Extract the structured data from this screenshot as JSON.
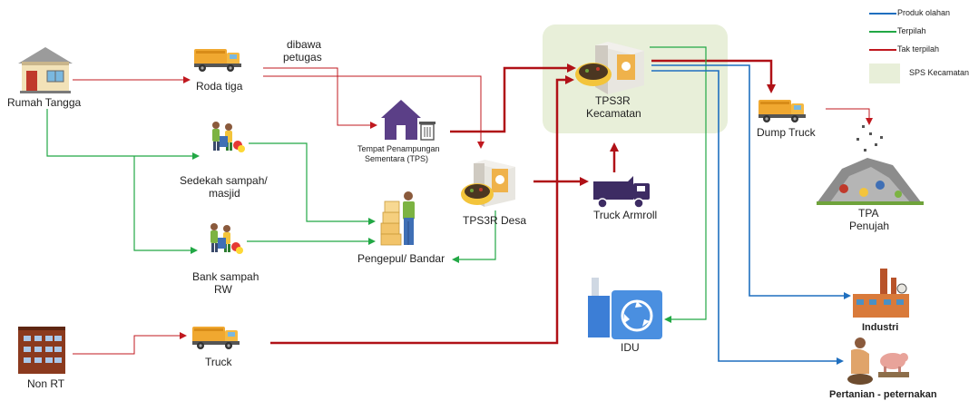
{
  "legend": {
    "produk_olahan": "Produk olahan",
    "terpilah": "Terpilah",
    "tak_terpilah": "Tak terpilah",
    "sps_kecamatan": "SPS Kecamatan"
  },
  "colors": {
    "produk_olahan": "#1f6fbf",
    "terpilah": "#22a845",
    "tak_terpilah": "#c0181f",
    "sps_bg": "#e8efd9"
  },
  "nodes": {
    "rumah_tangga": "Rumah Tangga",
    "roda_tiga": "Roda tiga",
    "dibawa_petugas_1": "dibawa",
    "dibawa_petugas_2": "petugas",
    "tps_1": "Tempat Penampungan",
    "tps_2": "Sementara (TPS)",
    "sedekah_1": "Sedekah sampah/",
    "sedekah_2": "masjid",
    "bank_1": "Bank sampah",
    "bank_2": "RW",
    "pengepul": "Pengepul/  Bandar",
    "tps3r_desa": "TPS3R Desa",
    "truck_armroll": "Truck Armroll",
    "tps3r_kec_1": "TPS3R",
    "tps3r_kec_2": "Kecamatan",
    "dump_truck": "Dump Truck",
    "tpa_1": "TPA",
    "tpa_2": "Penujah",
    "industri": "Industri",
    "pertanian": "Pertanian - peternakan",
    "idu": "IDU",
    "non_rt": "Non RT",
    "truck": "Truck"
  }
}
